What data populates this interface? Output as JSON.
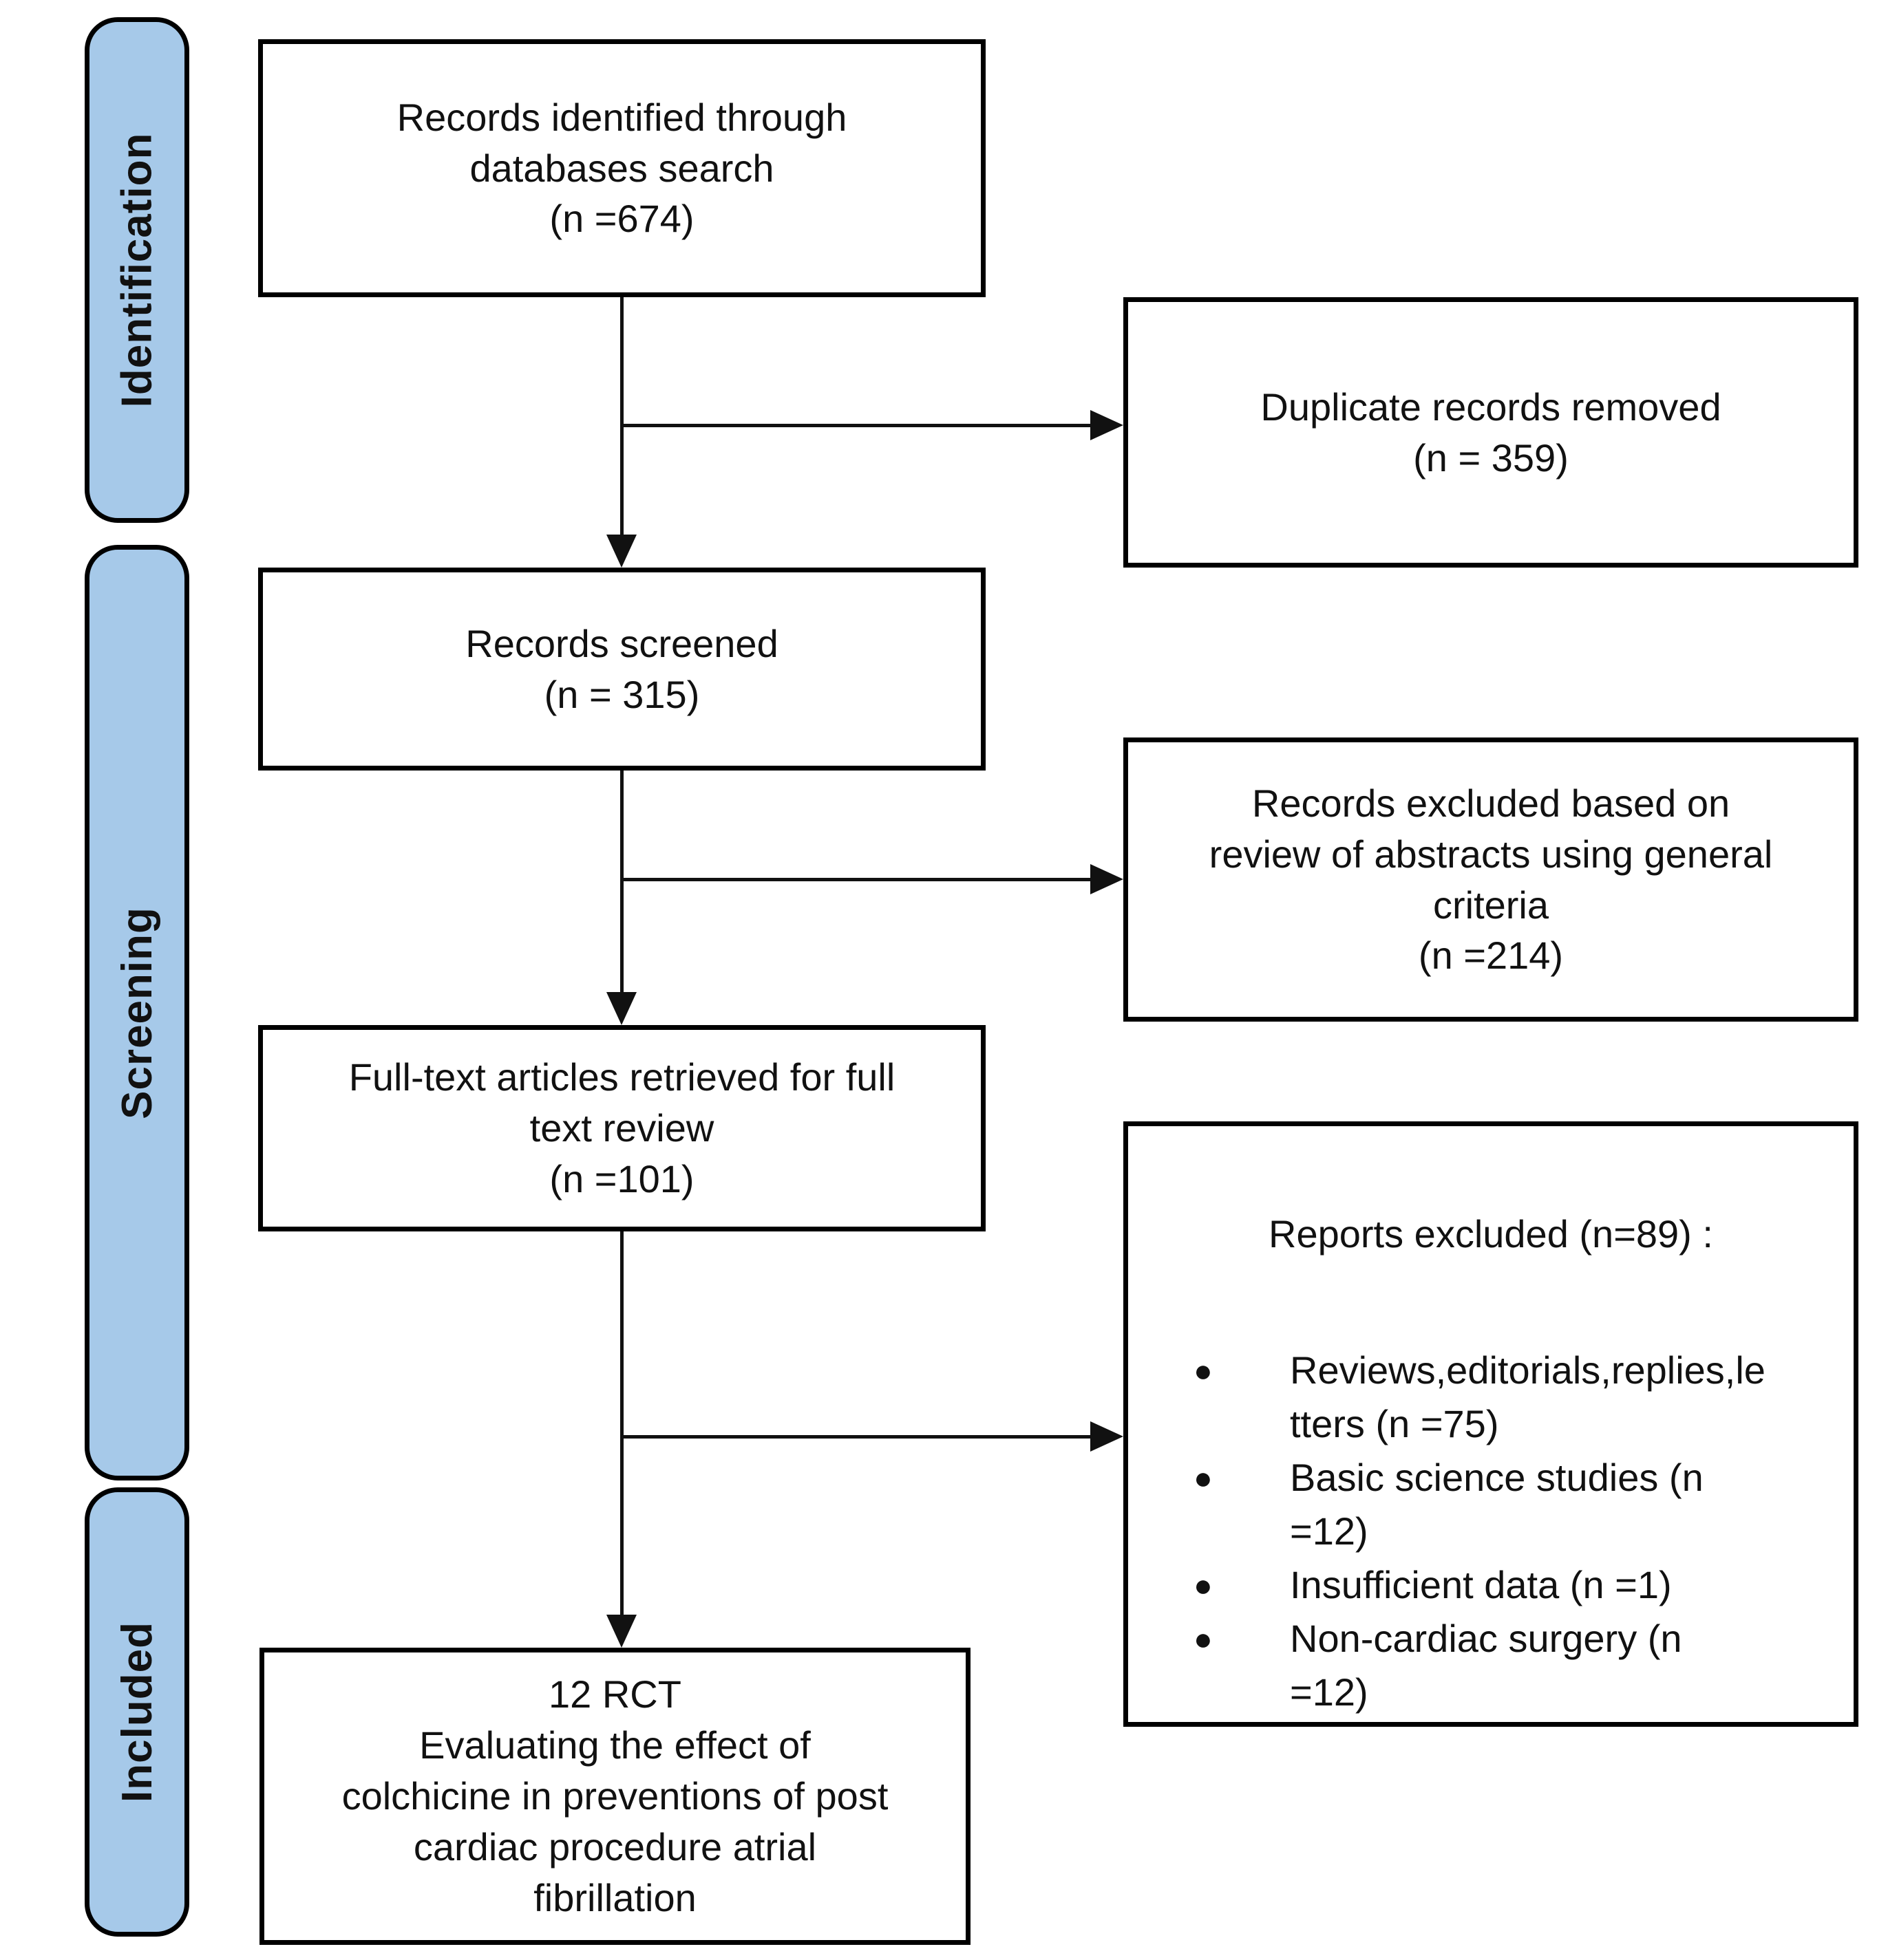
{
  "stages": {
    "identification": "Identification",
    "screening": "Screening",
    "included": "Included"
  },
  "flow": {
    "identified": {
      "text": "Records identified through\ndatabases  search\n(n =674)"
    },
    "screened": {
      "text": "Records screened\n(n = 315)"
    },
    "fulltext_review": {
      "text": "Full-text articles retrieved for full\ntext review\n(n =101)"
    },
    "included_rct": {
      "text": "12 RCT\nEvaluating the effect of\ncolchicine in preventions of post\ncardiac procedure atrial\nfibrillation"
    }
  },
  "exclusions": {
    "duplicates": {
      "text": "Duplicate records removed\n(n = 359)"
    },
    "abstract_review": {
      "text": "Records excluded based on\nreview of abstracts using general\ncriteria\n(n =214)"
    },
    "reports_excluded": {
      "heading": "Reports excluded  (n=89)  :",
      "items": [
        "Reviews,editorials,replies,le\ntters (n =75)",
        "Basic science studies (n\n=12)",
        "Insufficient data (n =1)",
        "Non-cardiac surgery (n\n=12)"
      ]
    }
  },
  "icons": {
    "bullet": "●"
  },
  "colors": {
    "stage_fill": "#A6C9E9",
    "border": "#000000",
    "background": "#FFFFFF",
    "text": "#111111"
  }
}
